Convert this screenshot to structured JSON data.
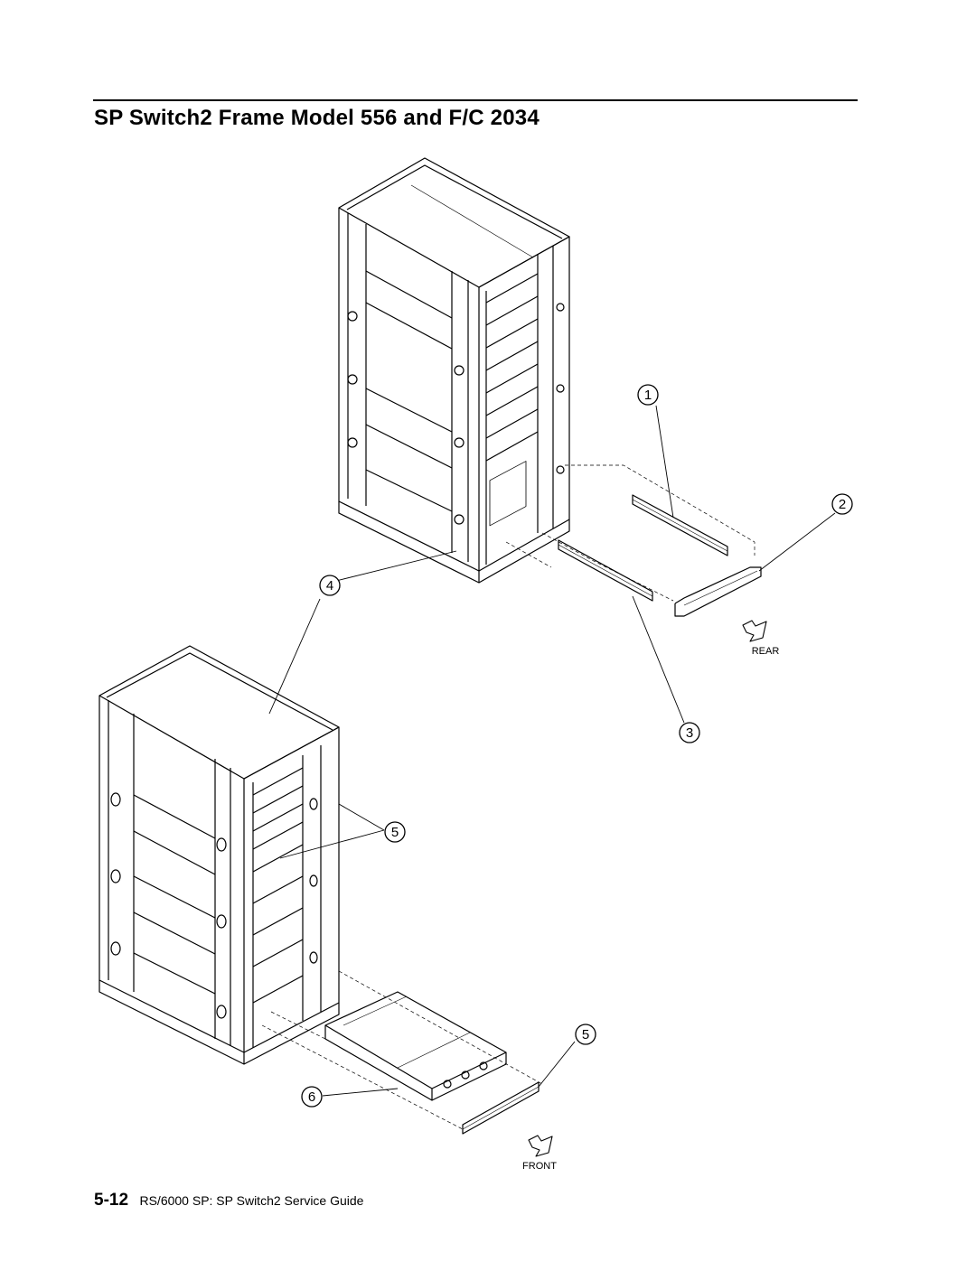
{
  "header": {
    "title": "SP Switch2 Frame Model 556 and F/C 2034"
  },
  "figure": {
    "callouts": [
      "1",
      "2",
      "3",
      "4",
      "5",
      "5",
      "6"
    ],
    "labels": {
      "rear": "REAR",
      "front": "FRONT"
    },
    "icons": [
      "direction-arrow-icon",
      "direction-arrow-icon"
    ]
  },
  "footer": {
    "page_number": "5-12",
    "book_title": "RS/6000 SP: SP Switch2 Service Guide"
  }
}
